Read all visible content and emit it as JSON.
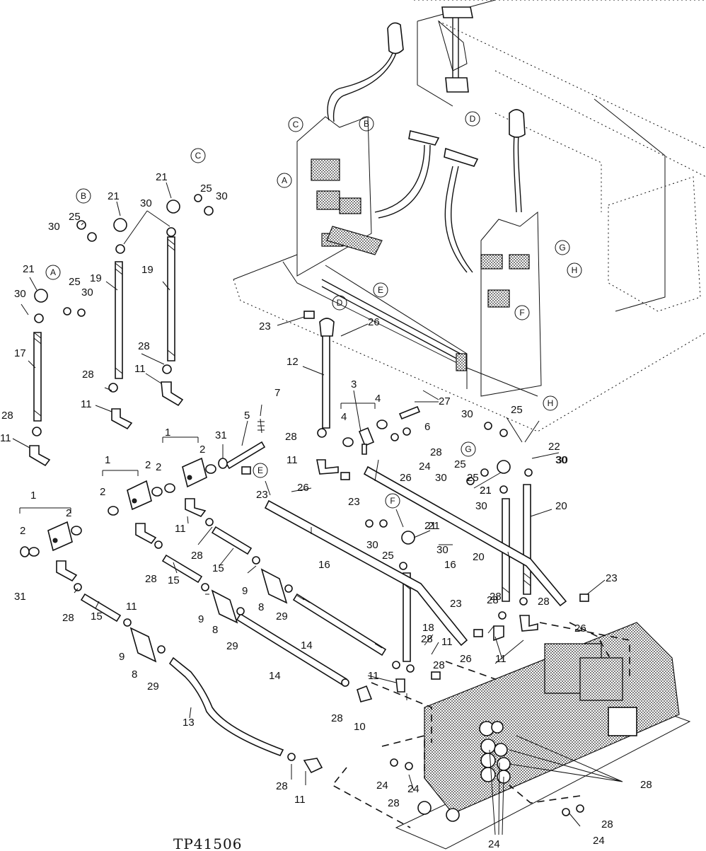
{
  "reference_code": "TP41506",
  "callout_letters": [
    "A",
    "B",
    "C",
    "D",
    "E",
    "F",
    "G",
    "H"
  ],
  "callouts": [
    {
      "letter": "B"
    },
    {
      "letter": "C"
    },
    {
      "letter": "A"
    },
    {
      "letter": "D"
    },
    {
      "letter": "E"
    },
    {
      "letter": "F"
    },
    {
      "letter": "G"
    },
    {
      "letter": "H"
    }
  ],
  "labels": [
    {
      "text": "21"
    },
    {
      "text": "21"
    },
    {
      "text": "21"
    },
    {
      "text": "21"
    },
    {
      "text": "21"
    },
    {
      "text": "25"
    },
    {
      "text": "30"
    },
    {
      "text": "30"
    },
    {
      "text": "25"
    },
    {
      "text": "30"
    },
    {
      "text": "30"
    },
    {
      "text": "25"
    },
    {
      "text": "30"
    },
    {
      "text": "25"
    },
    {
      "text": "30"
    },
    {
      "text": "19"
    },
    {
      "text": "19"
    },
    {
      "text": "17"
    },
    {
      "text": "28"
    },
    {
      "text": "28"
    },
    {
      "text": "28"
    },
    {
      "text": "11"
    },
    {
      "text": "11"
    },
    {
      "text": "11"
    },
    {
      "text": "12"
    },
    {
      "text": "23"
    },
    {
      "text": "26"
    },
    {
      "text": "7"
    },
    {
      "text": "5"
    },
    {
      "text": "31"
    },
    {
      "text": "1"
    },
    {
      "text": "2"
    },
    {
      "text": "2"
    },
    {
      "text": "1"
    },
    {
      "text": "2"
    },
    {
      "text": "2"
    },
    {
      "text": "1"
    },
    {
      "text": "2"
    },
    {
      "text": "2"
    },
    {
      "text": "31"
    },
    {
      "text": "3"
    },
    {
      "text": "4"
    },
    {
      "text": "4"
    },
    {
      "text": "6"
    },
    {
      "text": "27"
    },
    {
      "text": "30"
    },
    {
      "text": "25"
    },
    {
      "text": "22"
    },
    {
      "text": "30"
    },
    {
      "text": "28"
    },
    {
      "text": "24"
    },
    {
      "text": "11"
    },
    {
      "text": "26"
    },
    {
      "text": "26"
    },
    {
      "text": "28"
    },
    {
      "text": "23"
    },
    {
      "text": "23"
    },
    {
      "text": "25"
    },
    {
      "text": "30"
    },
    {
      "text": "21"
    },
    {
      "text": "30"
    },
    {
      "text": "20"
    },
    {
      "text": "21"
    },
    {
      "text": "30"
    },
    {
      "text": "25"
    },
    {
      "text": "30"
    },
    {
      "text": "16"
    },
    {
      "text": "16"
    },
    {
      "text": "20"
    },
    {
      "text": "11"
    },
    {
      "text": "28"
    },
    {
      "text": "28"
    },
    {
      "text": "15"
    },
    {
      "text": "9"
    },
    {
      "text": "8"
    },
    {
      "text": "15"
    },
    {
      "text": "9"
    },
    {
      "text": "8"
    },
    {
      "text": "29"
    },
    {
      "text": "11"
    },
    {
      "text": "28"
    },
    {
      "text": "15"
    },
    {
      "text": "9"
    },
    {
      "text": "8"
    },
    {
      "text": "29"
    },
    {
      "text": "14"
    },
    {
      "text": "14"
    },
    {
      "text": "18"
    },
    {
      "text": "28"
    },
    {
      "text": "23"
    },
    {
      "text": "28"
    },
    {
      "text": "26"
    },
    {
      "text": "11"
    },
    {
      "text": "11"
    },
    {
      "text": "28"
    },
    {
      "text": "10"
    },
    {
      "text": "13"
    },
    {
      "text": "28"
    },
    {
      "text": "11"
    },
    {
      "text": "24"
    },
    {
      "text": "24"
    },
    {
      "text": "28"
    },
    {
      "text": "24"
    },
    {
      "text": "28"
    },
    {
      "text": "28"
    },
    {
      "text": "24"
    },
    {
      "text": "23"
    },
    {
      "text": "28"
    },
    {
      "text": "26"
    },
    {
      "text": "28"
    },
    {
      "text": "11"
    },
    {
      "text": "28"
    },
    {
      "text": "29"
    }
  ]
}
